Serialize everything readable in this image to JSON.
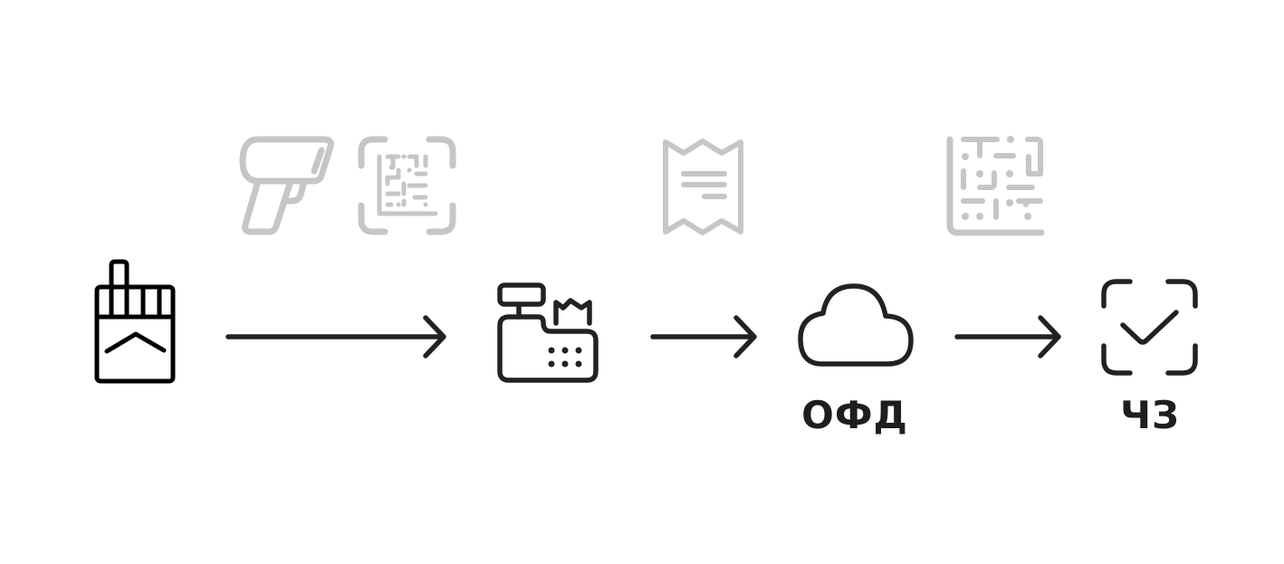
{
  "nodes": [
    {
      "id": "product",
      "icon": "cigarette-pack-icon"
    },
    {
      "id": "cash-register",
      "icon": "cash-register-icon"
    },
    {
      "id": "ofd",
      "icon": "cloud-icon",
      "label": "ОФД"
    },
    {
      "id": "chz",
      "icon": "check-scan-icon",
      "label": "ЧЗ"
    }
  ],
  "edge_icons": [
    "barcode-scanner-icon",
    "qr-scan-icon",
    "receipt-icon",
    "datamatrix-icon"
  ],
  "colors": {
    "primary": "#222222",
    "secondary": "#c6c6c6"
  }
}
